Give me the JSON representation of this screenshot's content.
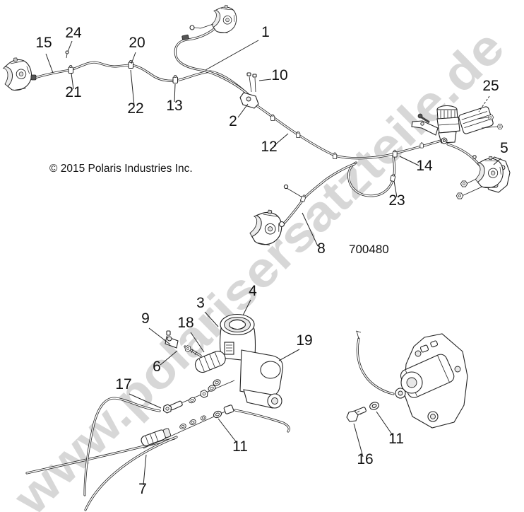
{
  "diagram": {
    "watermark": "www.polarisersatzteile.de",
    "copyright": "© 2015 Polaris Industries Inc.",
    "part_number": "700480"
  },
  "colors": {
    "background": "#ffffff",
    "line": "#222222",
    "label": "#111111",
    "watermark": "#d7d7d7"
  },
  "callouts": [
    "1",
    "2",
    "3",
    "4",
    "5",
    "6",
    "7",
    "8",
    "9",
    "10",
    "11",
    "11",
    "12",
    "13",
    "14",
    "15",
    "16",
    "17",
    "18",
    "19",
    "20",
    "21",
    "22",
    "23",
    "24",
    "25"
  ]
}
